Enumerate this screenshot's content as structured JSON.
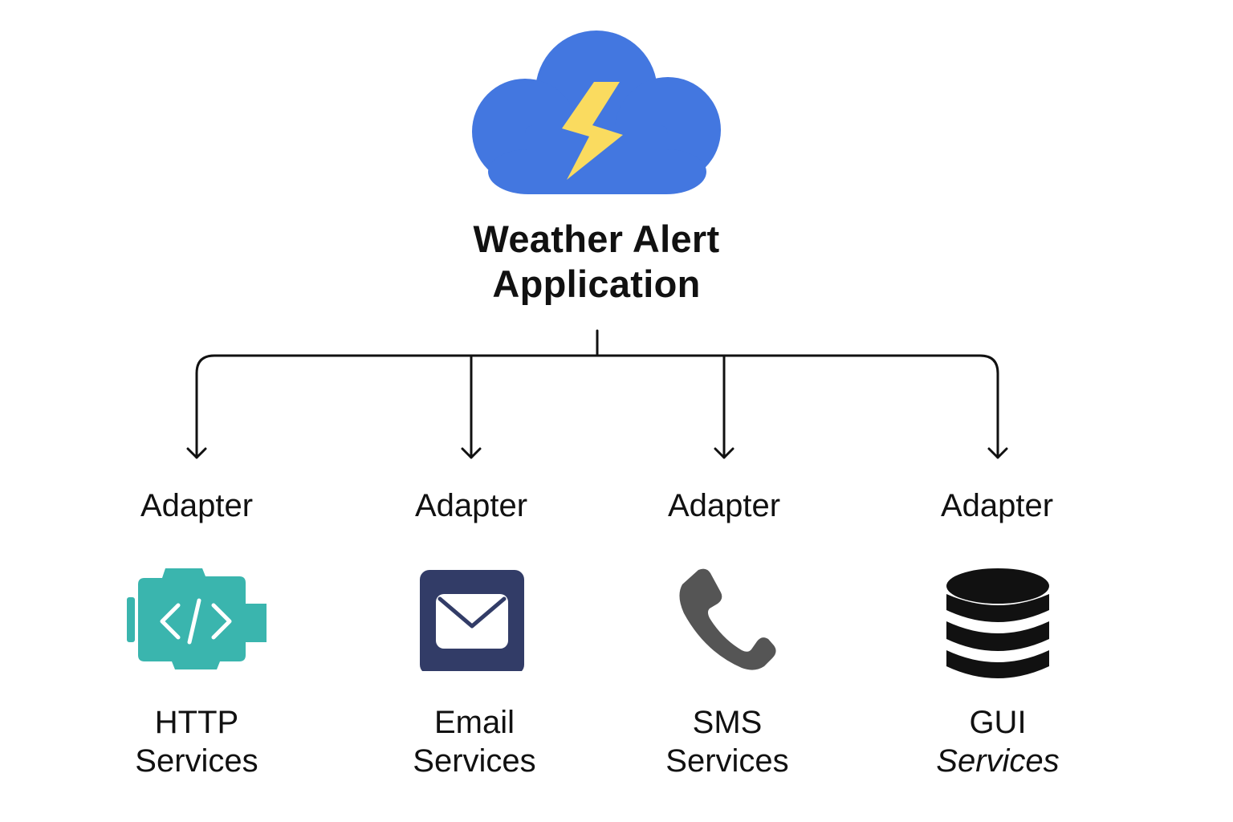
{
  "header": {
    "title_line1": "Weather Alert",
    "title_line2": "Application",
    "icon": "cloud-lightning-icon",
    "colors": {
      "cloud": "#4377E0",
      "bolt": "#FADB5F"
    }
  },
  "branches": [
    {
      "adapter_label": "Adapter",
      "icon": "code-chip-icon",
      "icon_color": "#3AB5AE",
      "service_line1": "HTTP",
      "service_line2": "Services"
    },
    {
      "adapter_label": "Adapter",
      "icon": "envelope-icon",
      "icon_color": "#323C67",
      "service_line1": "Email",
      "service_line2": "Services"
    },
    {
      "adapter_label": "Adapter",
      "icon": "phone-icon",
      "icon_color": "#555555",
      "service_line1": "SMS",
      "service_line2": "Services"
    },
    {
      "adapter_label": "Adapter",
      "icon": "database-icon",
      "icon_color": "#111111",
      "service_line1": "GUI",
      "service_line2": "Services"
    }
  ]
}
